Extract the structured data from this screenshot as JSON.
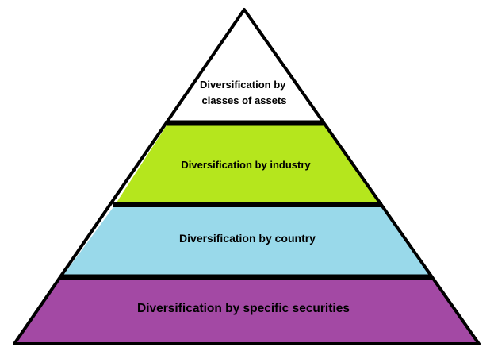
{
  "diagram": {
    "tiers": [
      {
        "lines": [
          "Diversification by",
          "classes of assets"
        ],
        "color": "#ffffff"
      },
      {
        "lines": [
          "Diversification by industry"
        ],
        "color": "#b5e61d"
      },
      {
        "lines": [
          "Diversification by country"
        ],
        "color": "#99d9ea"
      },
      {
        "lines": [
          "Diversification by specific securities"
        ],
        "color": "#a349a4"
      }
    ],
    "outline_color": "#000000"
  }
}
